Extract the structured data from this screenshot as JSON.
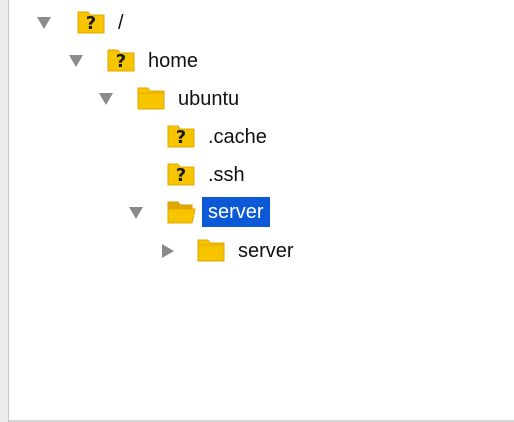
{
  "colors": {
    "folder": "#f7c500",
    "folder_dark": "#e2a600",
    "selection": "#0b59d6",
    "disclosure": "#8a8a8a"
  },
  "tree": {
    "nodes": [
      {
        "label": "/",
        "icon": "unknown-folder-icon",
        "expanded": true,
        "selected": false
      },
      {
        "label": "home",
        "icon": "unknown-folder-icon",
        "expanded": true,
        "selected": false
      },
      {
        "label": "ubuntu",
        "icon": "folder-icon",
        "expanded": true,
        "selected": false
      },
      {
        "label": ".cache",
        "icon": "unknown-folder-icon",
        "expanded": false,
        "selected": false
      },
      {
        "label": ".ssh",
        "icon": "unknown-folder-icon",
        "expanded": false,
        "selected": false
      },
      {
        "label": "server",
        "icon": "open-folder-icon",
        "expanded": true,
        "selected": true
      },
      {
        "label": "server",
        "icon": "folder-icon",
        "expanded": false,
        "selected": false
      }
    ]
  }
}
